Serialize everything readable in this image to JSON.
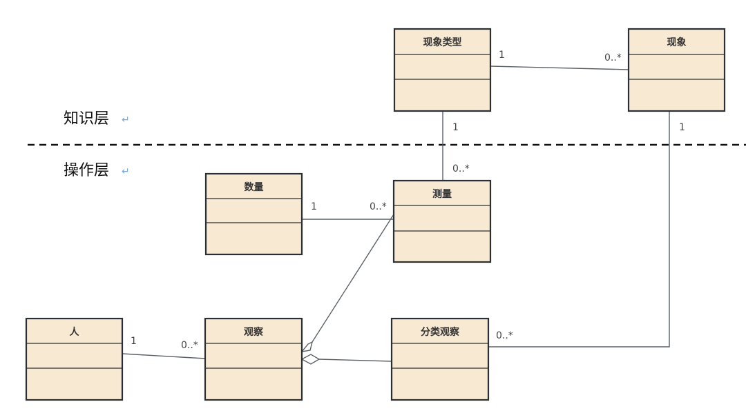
{
  "layers": {
    "knowledge": {
      "label": "知识层",
      "return_mark": "↵"
    },
    "operation": {
      "label": "操作层",
      "return_mark": "↵"
    }
  },
  "classes": {
    "phenomenon_type": "现象类型",
    "phenomenon": "现象",
    "quantity": "数量",
    "measurement": "测量",
    "person": "人",
    "observation": "观察",
    "category_observation": "分类观察"
  },
  "multiplicities": {
    "phenomenon_type__phenomenon": {
      "a": "1",
      "b": "0..*"
    },
    "phenomenon_type__measurement": {
      "a": "1",
      "b": "0..*"
    },
    "quantity__measurement": {
      "a": "1",
      "b": "0..*"
    },
    "phenomenon__category_observation": {
      "a": "1",
      "b": "0..*"
    },
    "person__observation": {
      "a": "1",
      "b": "0..*"
    }
  },
  "colors": {
    "class_fill": "#f8e9d2",
    "class_stroke": "#2b2f33",
    "connector": "#5a6066",
    "return_mark": "#7aa7d8"
  }
}
